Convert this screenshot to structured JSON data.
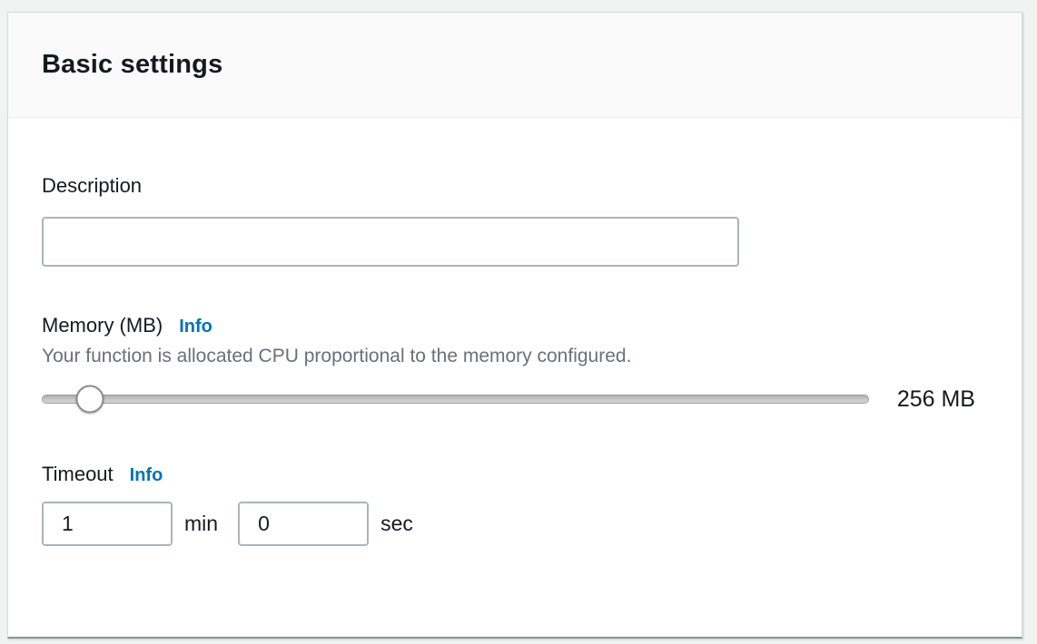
{
  "panel": {
    "title": "Basic settings",
    "description": {
      "label": "Description",
      "value": "",
      "placeholder": ""
    },
    "memory": {
      "label": "Memory (MB)",
      "info_label": "Info",
      "helper": "Your function is allocated CPU proportional to the memory configured.",
      "value_display": "256 MB",
      "slider_percent": 5.8
    },
    "timeout": {
      "label": "Timeout",
      "info_label": "Info",
      "minutes": {
        "value": "1",
        "unit": "min"
      },
      "seconds": {
        "value": "0",
        "unit": "sec"
      }
    }
  },
  "colors": {
    "page_background": "#f1f2f2",
    "card_background": "#ffffff",
    "header_background": "#fafafa",
    "divider": "#eaeded",
    "card_bottom_border": "#879596",
    "text_primary": "#16191f",
    "text_secondary": "#697077",
    "link_blue": "#0073bb",
    "input_border": "#a9b6b7"
  }
}
